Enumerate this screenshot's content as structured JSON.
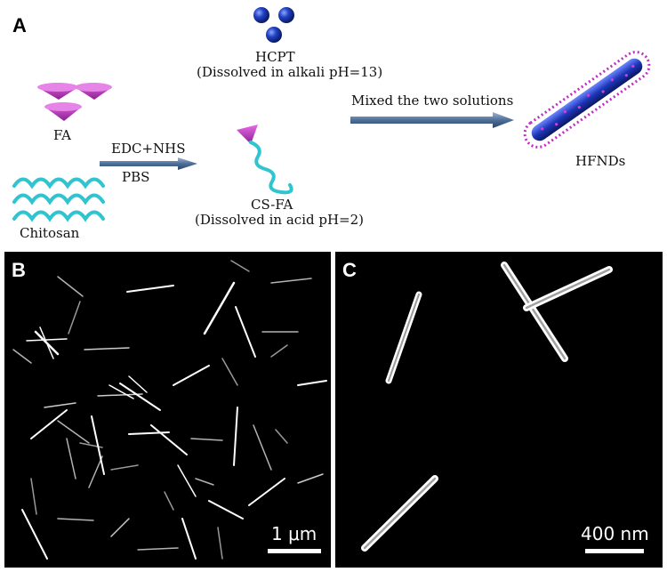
{
  "panels": {
    "a": "A",
    "b": "B",
    "c": "C"
  },
  "scheme": {
    "hcpt": "HCPT",
    "hcpt_note": "(Dissolved in alkali pH=13)",
    "fa": "FA",
    "chitosan": "Chitosan",
    "reagents": "EDC+NHS",
    "buffer": "PBS",
    "csfa": "CS-FA",
    "csfa_note": "(Dissolved in acid pH=2)",
    "mix": "Mixed the two solutions",
    "product": "HFNDs"
  },
  "scalebars": {
    "b": "1 μm",
    "c": "400 nm"
  },
  "colors": {
    "sphere": "#1f3fae",
    "cone": "#c02ec6",
    "wave": "#2fc4cf",
    "arrow": "#4a6b96"
  }
}
